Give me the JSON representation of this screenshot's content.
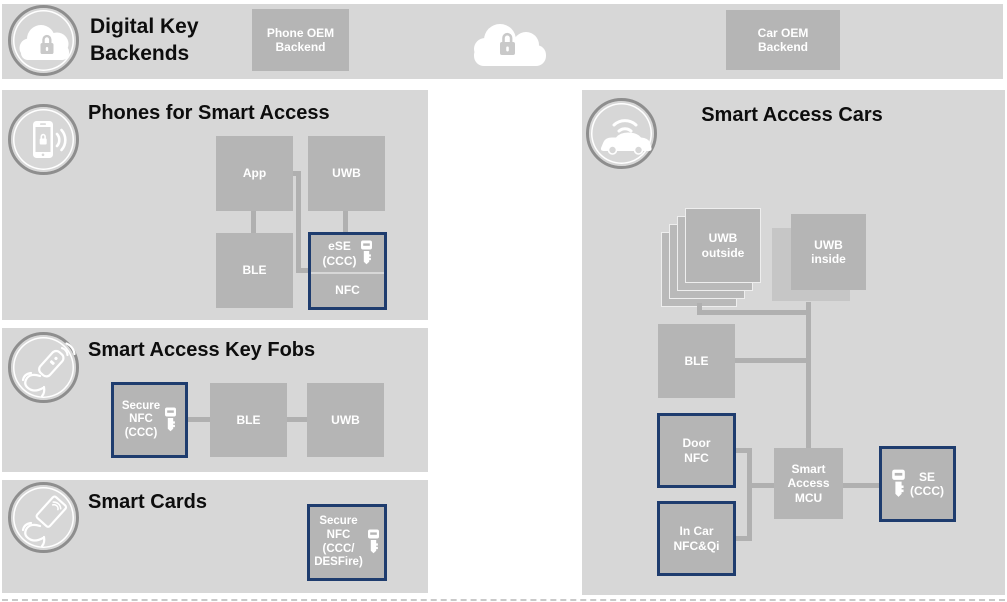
{
  "colors": {
    "panel_bg": "#d7d7d7",
    "box_gray": "#b5b5b5",
    "box_gray_light": "#c6c6c6",
    "accent_blue": "#1e3c6e",
    "connector_gray": "#b0b0b0",
    "label_white": "#ffffff",
    "title_black": "#0d0d0d"
  },
  "icons": {
    "banner": "cloud-lock-icon",
    "banner_cloud": "cloud-lock-icon",
    "phones": "phone-lock-signal-icon",
    "fobs": "hand-key-fob-icon",
    "cards": "hand-smart-card-icon",
    "cars": "car-wireless-icon",
    "secure_element": "key-icon"
  },
  "banner": {
    "title": "Digital Key\nBackends",
    "phone_oem_label": "Phone OEM\nBackend",
    "car_oem_label": "Car OEM\nBackend"
  },
  "phones": {
    "title": "Phones for Smart Access",
    "app_label": "App",
    "uwb_label": "UWB",
    "ble_label": "BLE",
    "ese_label": "eSE\n(CCC)",
    "nfc_label": "NFC"
  },
  "fobs": {
    "title": "Smart Access Key Fobs",
    "secure_nfc_label": "Secure\nNFC\n(CCC)",
    "ble_label": "BLE",
    "uwb_label": "UWB"
  },
  "cards": {
    "title": "Smart Cards",
    "secure_nfc_label": "Secure\nNFC\n(CCC/\nDESFire)"
  },
  "cars": {
    "title": "Smart Access Cars",
    "uwb_outside_label": "UWB\noutside",
    "uwb_inside_label": "UWB\ninside",
    "ble_label": "BLE",
    "door_nfc_label": "Door\nNFC",
    "incar_nfc_label": "In Car\nNFC&Qi",
    "mcu_label": "Smart\nAccess\nMCU",
    "se_label": "SE\n(CCC)"
  }
}
